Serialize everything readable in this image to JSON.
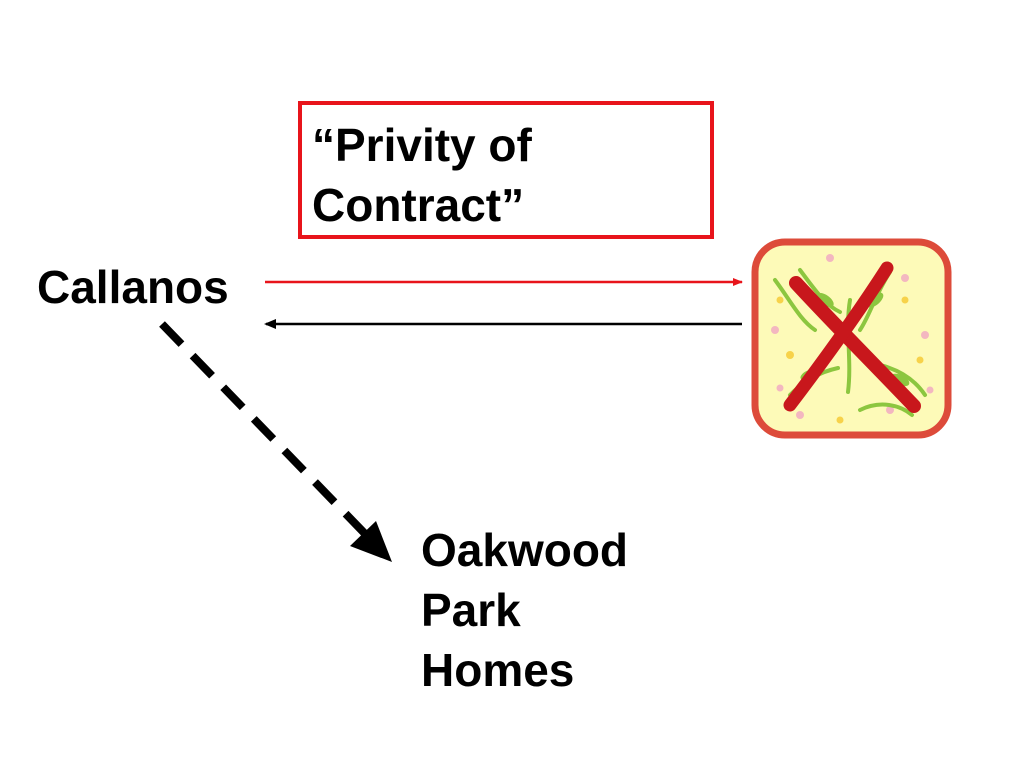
{
  "box": {
    "text": "“Privity of\nContract”"
  },
  "parties": {
    "left": "Callanos",
    "bottom_lines": [
      "Oakwood",
      "Park",
      "Homes"
    ]
  },
  "icons": {
    "right_party": "crossed-out-floral-tile"
  },
  "colors": {
    "accent": "#e8141b",
    "tile_fill": "#fdfab8",
    "tile_border": "#dd4b3a",
    "cross": "#c8171c",
    "leaves": "#8cc63f"
  }
}
